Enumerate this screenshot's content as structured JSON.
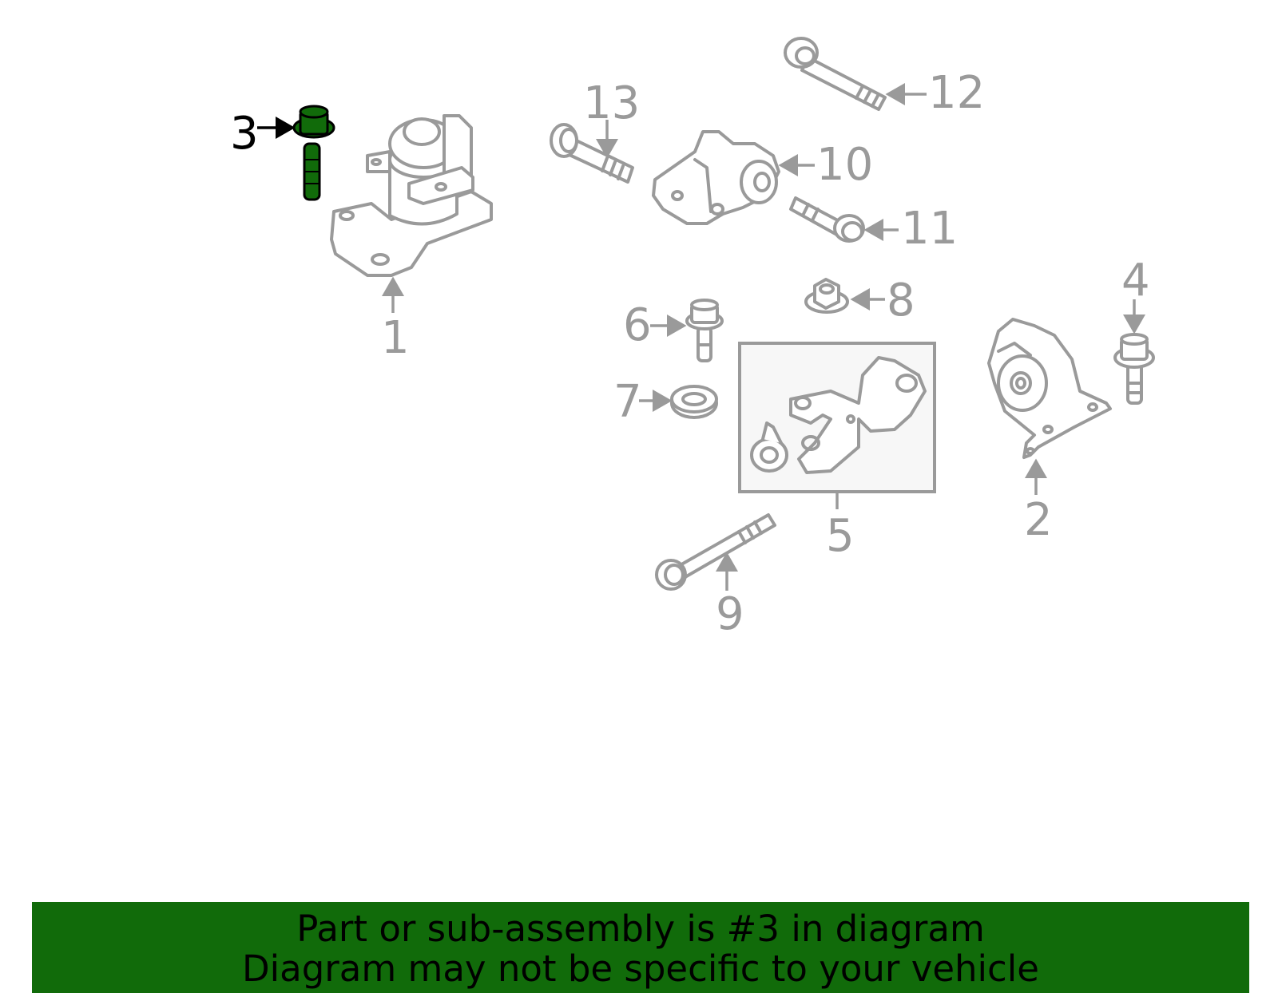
{
  "diagram": {
    "highlighted_part": "3",
    "highlight_color": "#116b0a",
    "line_color": "#9a9a9a",
    "callouts": [
      "1",
      "2",
      "3",
      "4",
      "5",
      "6",
      "7",
      "8",
      "9",
      "10",
      "11",
      "12",
      "13"
    ]
  },
  "banner": {
    "line1": "Part or sub-assembly is #3 in diagram",
    "line2": "Diagram may not be specific to your vehicle",
    "background": "#116b0a"
  }
}
